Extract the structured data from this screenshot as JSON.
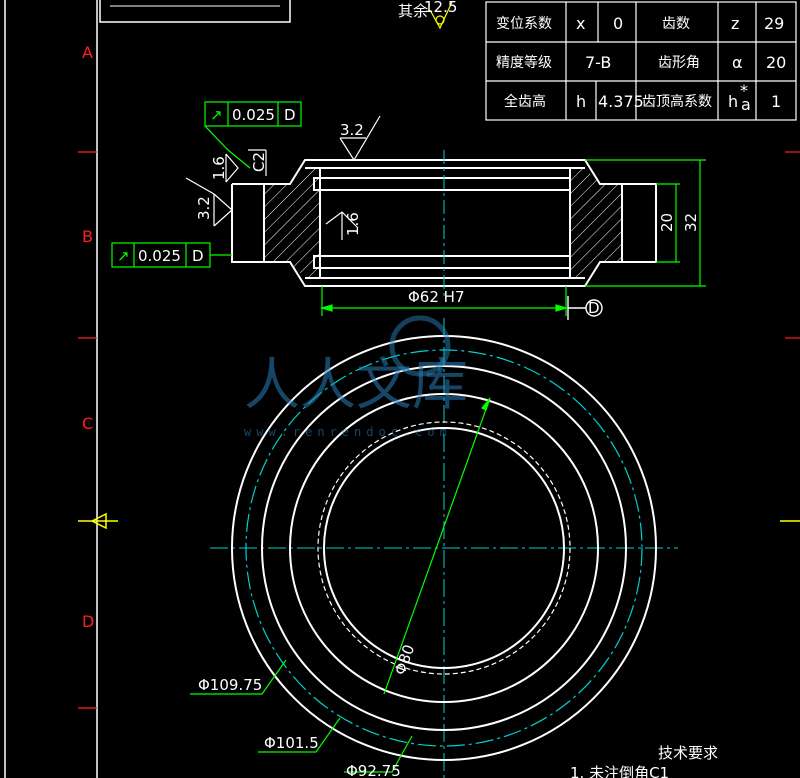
{
  "zones": [
    "A",
    "B",
    "C",
    "D"
  ],
  "top_note": "其余",
  "top_note_roughness": "12.5",
  "param_table": [
    [
      "变位系数",
      "x",
      "0",
      "齿数",
      "z",
      "29"
    ],
    [
      "精度等级",
      "7-B",
      "齿形角",
      "α",
      "20"
    ],
    [
      "全齿高",
      "h",
      "4.375",
      "齿顶高系数",
      "h",
      "1"
    ]
  ],
  "param_table_ha_sup": "*",
  "param_table_ha_sub": "a",
  "tolerance_frames": [
    {
      "symbol": "↗",
      "value": "0.025",
      "datum": "D"
    },
    {
      "symbol": "↗",
      "value": "0.025",
      "datum": "D"
    }
  ],
  "roughness": {
    "top": "3.2",
    "left": "3.2",
    "left_upper": "1.6",
    "chamfer": "C2",
    "bore": "1.6"
  },
  "section_dims": {
    "bore": "Φ62 H7",
    "hub_width": "20",
    "total_width": "32"
  },
  "datum_label": "D",
  "plan_dims": {
    "d1": "Φ109.75",
    "d2": "Φ101.5",
    "d3": "Φ92.75",
    "d4": "Φ80"
  },
  "watermark": {
    "text": "人人文库",
    "url": "www.renrendoc.com"
  },
  "tech_req_title": "技术要求",
  "tech_req_line1": "1. 未注倒角C1"
}
